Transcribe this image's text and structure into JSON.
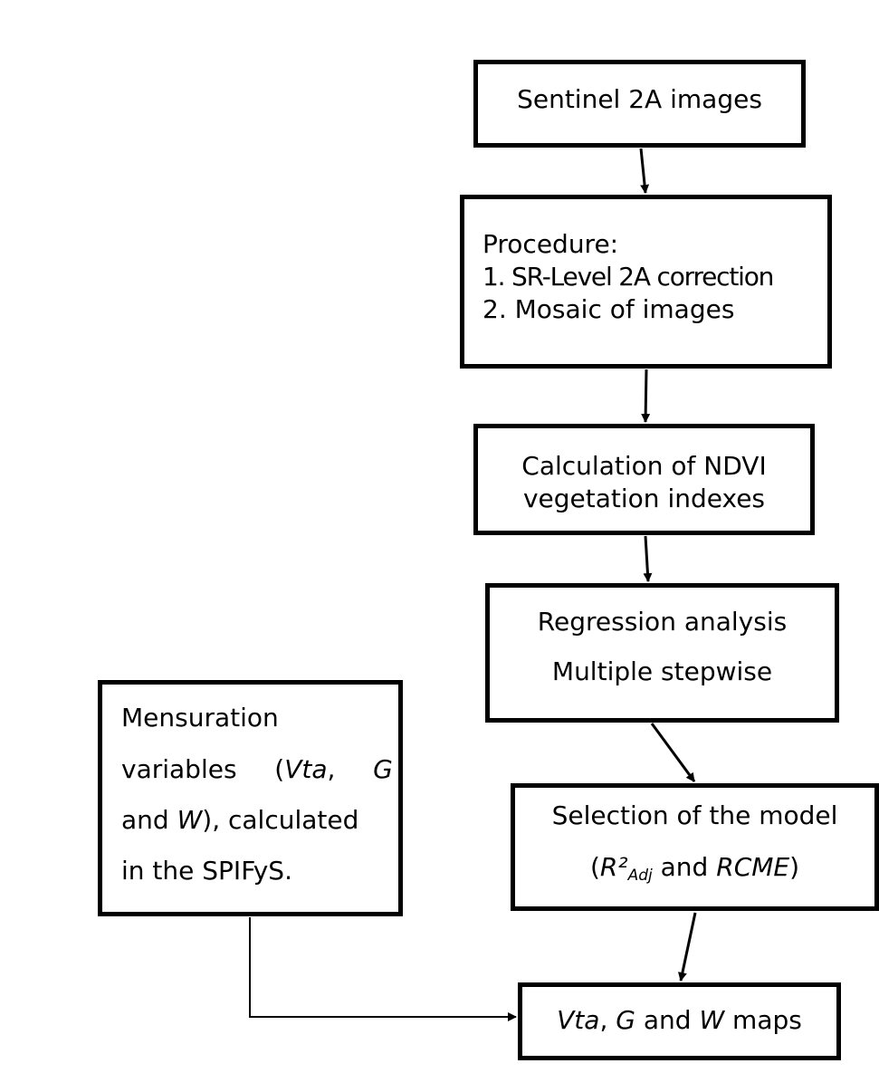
{
  "boxes": {
    "sentinel": {
      "label": "Sentinel 2A images"
    },
    "procedure": {
      "heading": "Procedure:",
      "step1_num": "1.",
      "step1": "SR-Level 2A correction",
      "step2_num": "2.",
      "step2": "Mosaic of images"
    },
    "ndvi": {
      "line1": "Calculation of NDVI",
      "line2": "vegetation indexes"
    },
    "regression": {
      "line1": "Regression analysis",
      "line2": "Multiple stepwise"
    },
    "selection": {
      "line1": "Selection of the model",
      "open_paren": "(",
      "r2": "R²",
      "r2_sub": "Adj",
      "and": "and",
      "rcme": "RCME",
      "close_paren": ")"
    },
    "mensuration": {
      "line1": "Mensuration",
      "line2_a": "variables",
      "line2_paren": "(",
      "vta": "Vta",
      "comma": ",",
      "g": "G",
      "line3_and": "and",
      "w": "W",
      "line3_rest": "), calculated",
      "line4": "in the SPIFyS."
    },
    "maps": {
      "vta": "Vta",
      "comma": ",",
      "g": "G",
      "and": "and",
      "w": "W",
      "maps": "maps"
    }
  },
  "colors": {
    "stroke": "#000000",
    "background": "#ffffff"
  }
}
